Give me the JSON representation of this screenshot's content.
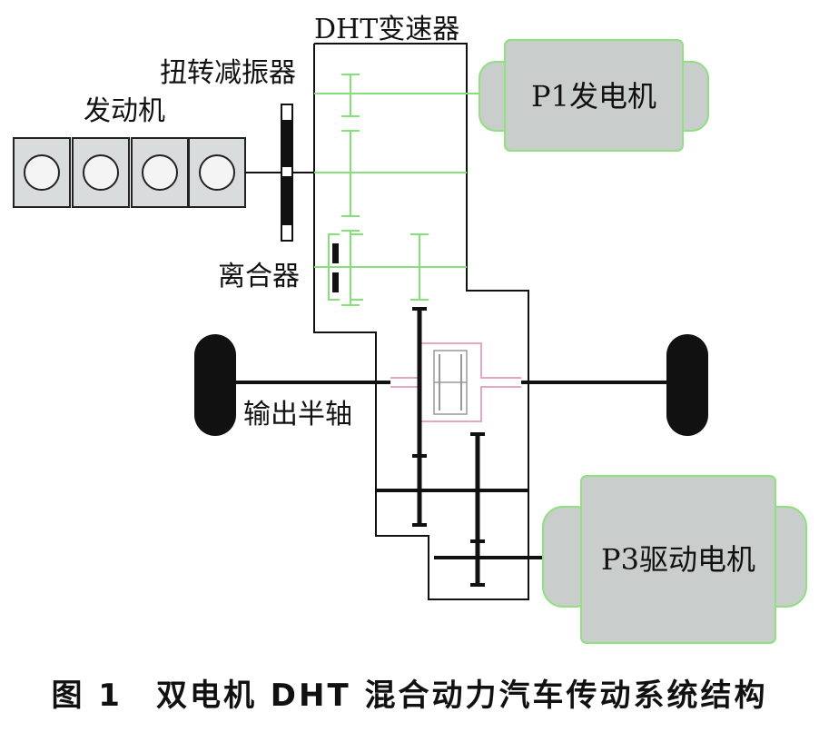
{
  "labels": {
    "transmission": "DHT变速器",
    "damper": "扭转减振器",
    "engine": "发动机",
    "clutch": "离合器",
    "output_shaft": "输出半轴",
    "p1_motor": "P1发电机",
    "p3_motor": "P3驱动电机"
  },
  "caption": "图 1　双电机 DHT 混合动力汽车传动系统结构",
  "colors": {
    "outline": "#111111",
    "green": "#86e07a",
    "pink": "#e6a6c6",
    "motor_fill": "#c9cdcc",
    "motor_border": "#8fe07f",
    "engine_fill": "#d8dcdc"
  }
}
